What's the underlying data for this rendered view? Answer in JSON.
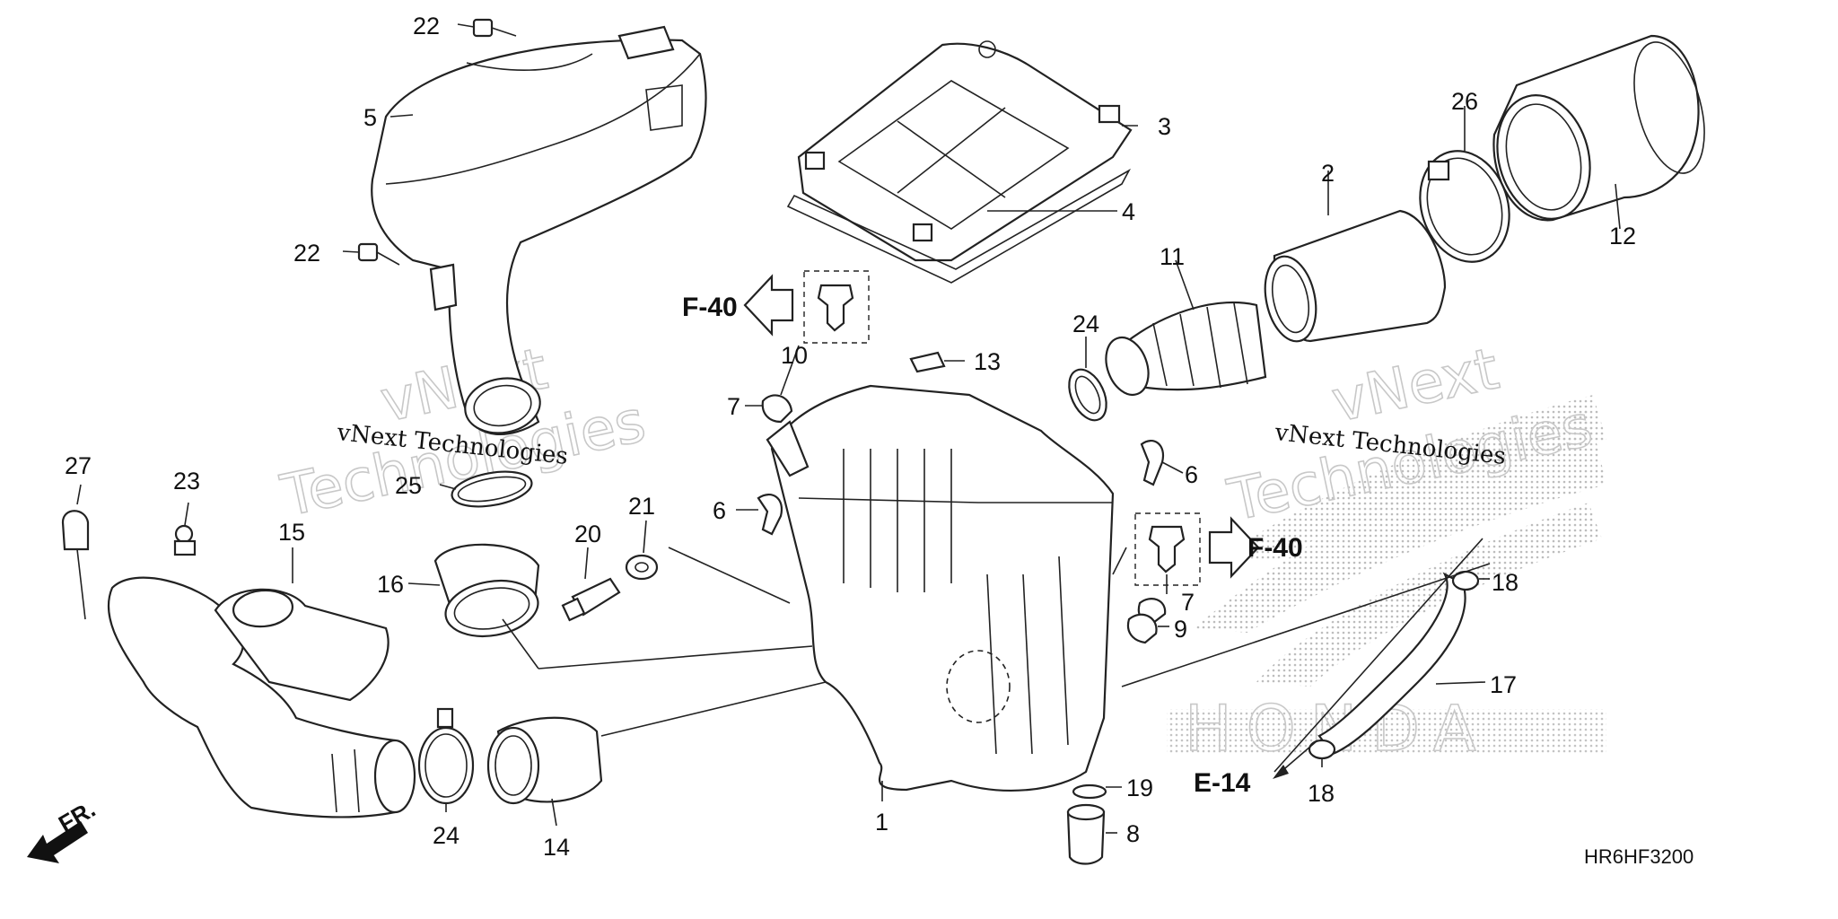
{
  "diagram_code": "HR6HF3200",
  "watermark": {
    "line1": "vNext",
    "line2": "Technologies",
    "caption": "vNext Technologies"
  },
  "brand_mark": "HONDA",
  "front_arrow_label": "FR.",
  "references": {
    "f40_top": "F-40",
    "f40_right": "F-40",
    "e14": "E-14"
  },
  "callouts": {
    "c1": "1",
    "c2": "2",
    "c3": "3",
    "c4": "4",
    "c5": "5",
    "c6a": "6",
    "c6b": "6",
    "c7a": "7",
    "c7b": "7",
    "c8": "8",
    "c9": "9",
    "c10": "10",
    "c11": "11",
    "c12": "12",
    "c13": "13",
    "c14": "14",
    "c15": "15",
    "c16": "16",
    "c17": "17",
    "c18a": "18",
    "c18b": "18",
    "c19": "19",
    "c20": "20",
    "c21": "21",
    "c22a": "22",
    "c22b": "22",
    "c23": "23",
    "c24a": "24",
    "c24b": "24",
    "c25": "25",
    "c26": "26",
    "c27": "27"
  }
}
